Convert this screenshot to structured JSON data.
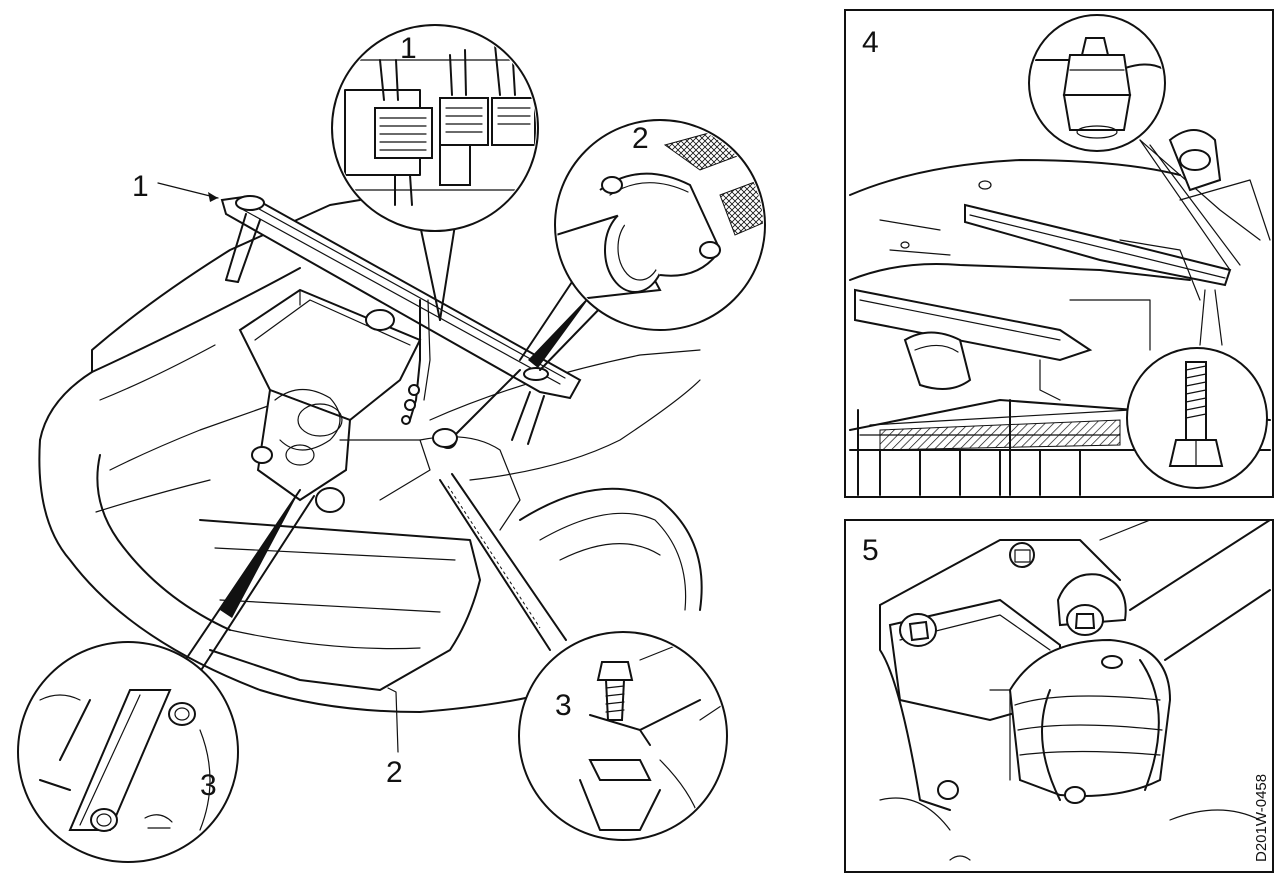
{
  "callouts": {
    "main_label_1": "1",
    "main_label_2": "2",
    "detail1_label": "1",
    "detail2_label": "2",
    "detail3a_label": "3",
    "detail3b_label": "3",
    "panel4_label": "4",
    "panel5_label": "5"
  },
  "figure_code": "D201W-0458"
}
